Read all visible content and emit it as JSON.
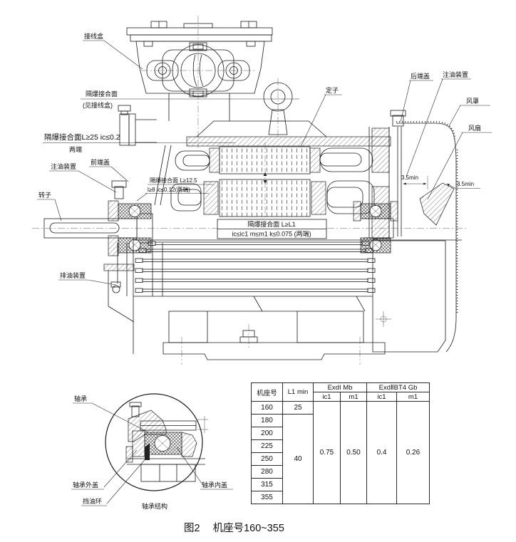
{
  "page": {
    "caption_fig": "图2",
    "caption_title": "机座号160~355"
  },
  "labels": {
    "junction_box": "接线盒",
    "flameproof_top_1": "隔爆接合面",
    "flameproof_top_2": "(见接线盒)",
    "flameproof_left": "隔爆接合面L≥25 ic≤0.2",
    "both_ends": "两端",
    "oil_fill_front": "注油装置",
    "front_end_cover": "前端盖",
    "flameproof_front_1": "隔爆接合面 L≥12.5",
    "flameproof_front_2": "l≥8 ic≤0.12(两端)",
    "rotor": "转子",
    "oil_drain": "排油装置",
    "stator": "定子",
    "rear_end_cover": "后端盖",
    "oil_fill_rear": "注油装置",
    "fan_cover": "风罩",
    "fan": "风扇",
    "dim_gap_1": "3.5min",
    "dim_gap_2": "3.5min",
    "flameproof_center_1": "隔爆接合面 L≥L1",
    "flameproof_center_2": "ic≤ic1 m≤m1 k≤0.075 (两端)"
  },
  "detail": {
    "bearing": "轴承",
    "bearing_outer_cover": "轴承外盖",
    "oil_slinger": "挡油环",
    "bearing_inner_cover": "轴承内盖",
    "caption": "轴承结构"
  },
  "table": {
    "headers": {
      "frame_no": "机座号",
      "l1_min": "L1 min",
      "group_exd1": "ExdI Mb",
      "group_exd2": "ExdⅡBT4 Gb",
      "ic1": "ic1",
      "m1": "m1"
    },
    "frame_sizes": [
      "160",
      "180",
      "200",
      "225",
      "250",
      "280",
      "315",
      "355"
    ],
    "l1_first": "25",
    "l1_rest": "40",
    "exd1_ic1": "0.75",
    "exd1_m1": "0.50",
    "exd2_ic1": "0.4",
    "exd2_m1": "0.26"
  }
}
